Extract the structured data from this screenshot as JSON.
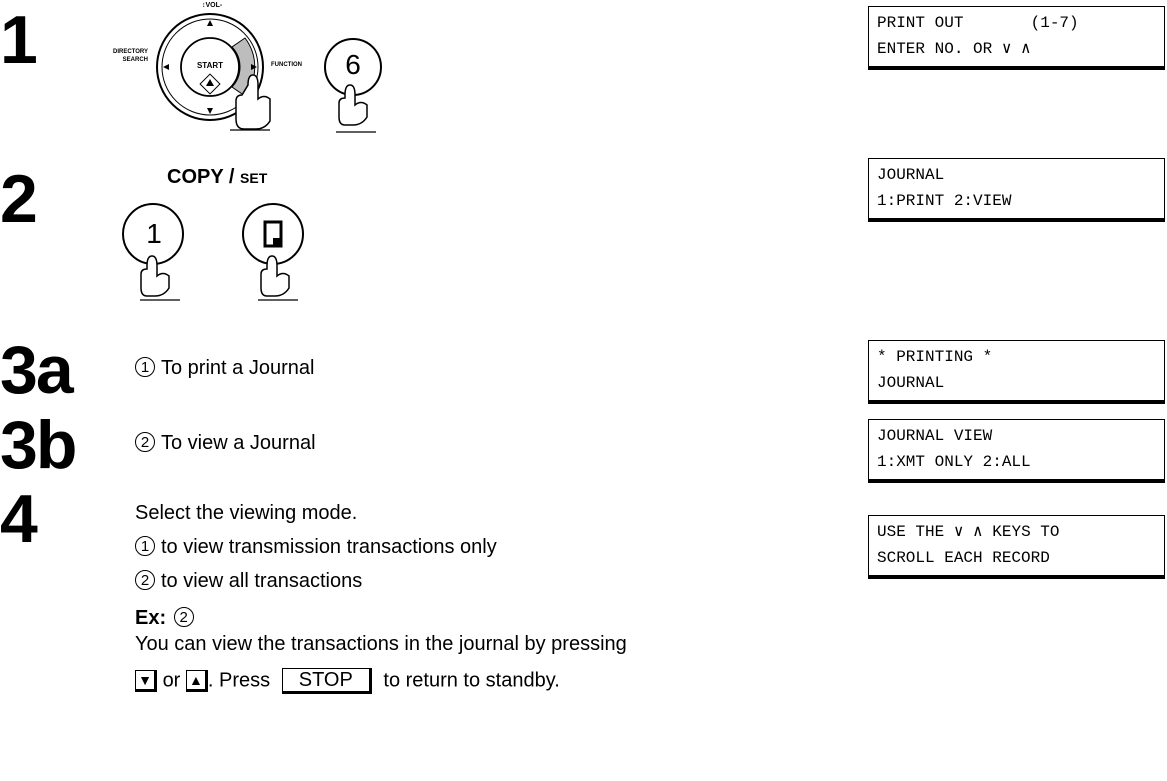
{
  "steps": {
    "s1": "1",
    "s2": "2",
    "s3a": "3a",
    "s3b": "3b",
    "s4": "4"
  },
  "step1": {
    "vol_label": "↕VOL-",
    "directory_label_1": "DIRECTORY",
    "directory_label_2": "SEARCH",
    "start_label": "START",
    "function_label": "FUNCTION",
    "key_6": "6"
  },
  "step2": {
    "copy_label": "COPY",
    "set_label": "SET",
    "key_1": "1"
  },
  "step3a": {
    "num": "1",
    "text": "To print a Journal"
  },
  "step3b": {
    "num": "2",
    "text": "To view a Journal"
  },
  "step4": {
    "intro": "Select the viewing mode.",
    "opt1_num": "1",
    "opt1_text": "to view transmission transactions only",
    "opt2_num": "2",
    "opt2_text": "to view all transactions",
    "ex_label": "Ex:",
    "ex_num": "2",
    "note1": "You can view the transactions in the journal by pressing",
    "note2_or": "or",
    "note2_press": ". Press",
    "stop_key": "STOP",
    "note2_end": "to return to standby."
  },
  "displays": {
    "d1_line1": "PRINT OUT       (1-7)",
    "d1_line2": "ENTER NO. OR ∨ ∧",
    "d2_line1": "JOURNAL",
    "d2_line2": "1:PRINT 2:VIEW",
    "d3_line1": "* PRINTING *",
    "d3_line2": "JOURNAL",
    "d4_line1": "JOURNAL VIEW",
    "d4_line2": "1:XMT ONLY 2:ALL",
    "d5_line1": "USE THE ∨ ∧ KEYS TO",
    "d5_line2": "SCROLL EACH RECORD"
  }
}
